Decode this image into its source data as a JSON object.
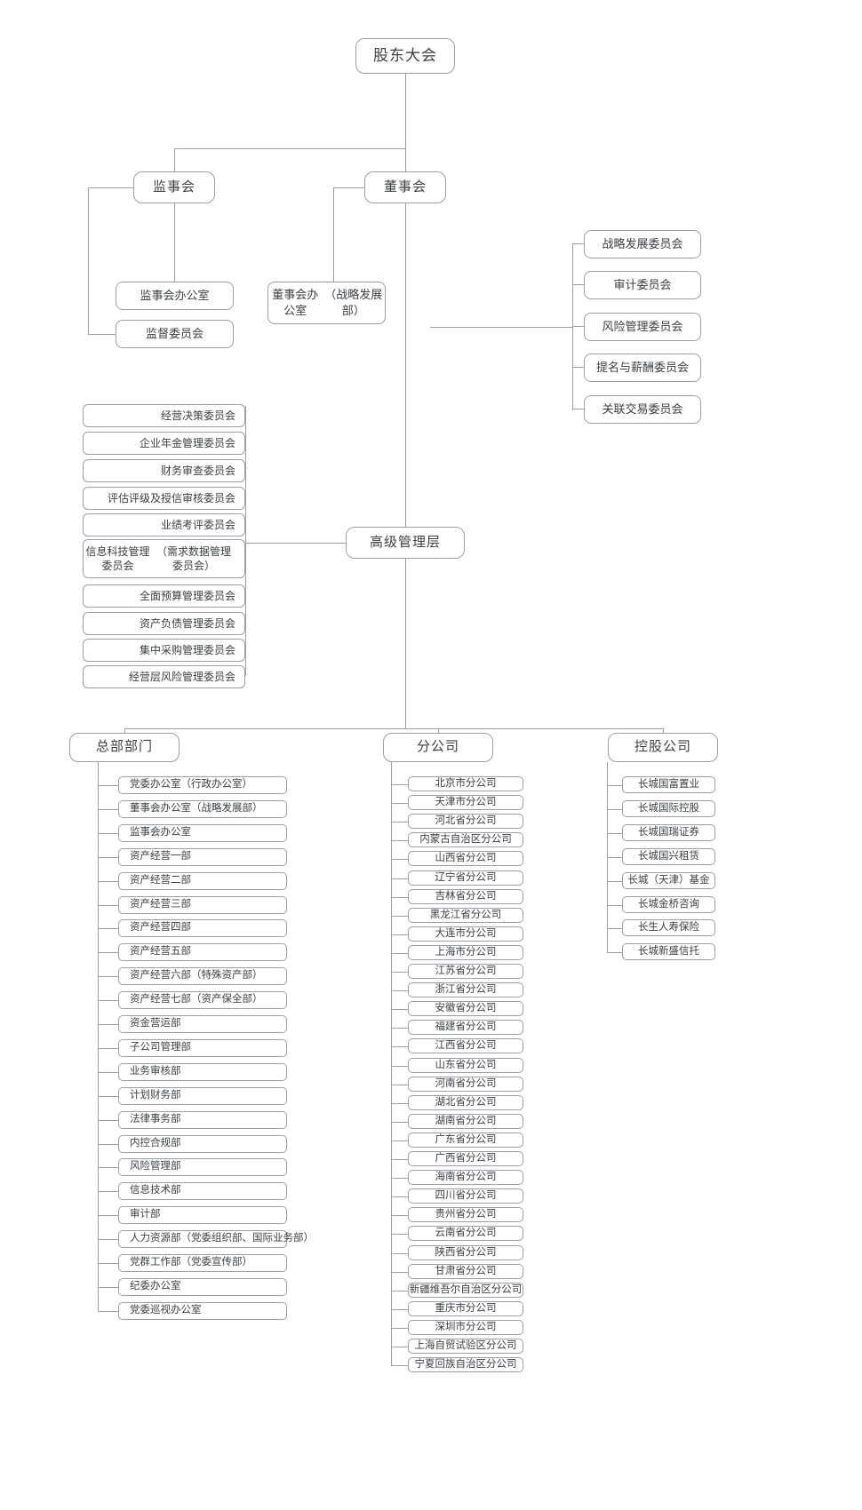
{
  "meta": {
    "title": "公司组织架构图",
    "line_color": "#9aa0a6",
    "text_color": "#3c4043",
    "background": "#ffffff"
  },
  "top": {
    "shareholders_meeting": "股东大会",
    "board_of_supervisors": "监事会",
    "board_of_directors": "董事会"
  },
  "supervisor_units": [
    "监事会办公室",
    "监督委员会"
  ],
  "director_units": [
    "董事会办公室\n（战略发展部）"
  ],
  "board_committees": [
    "战略发展委员会",
    "审计委员会",
    "风险管理委员会",
    "提名与薪酬委员会",
    "关联交易委员会"
  ],
  "senior_management": {
    "label": "高级管理层"
  },
  "management_committees": [
    "经营决策委员会",
    "企业年金管理委员会",
    "财务审查委员会",
    "评估评级及授信审核委员会",
    "业绩考评委员会",
    "信息科技管理委员会\n（需求数据管理委员会）",
    "全面预算管理委员会",
    "资产负债管理委员会",
    "集中采购管理委员会",
    "经营层风险管理委员会"
  ],
  "columns": {
    "headquarters": {
      "title": "总部部门",
      "items": [
        "党委办公室（行政办公室）",
        "董事会办公室（战略发展部）",
        "监事会办公室",
        "资产经营一部",
        "资产经营二部",
        "资产经营三部",
        "资产经营四部",
        "资产经营五部",
        "资产经营六部（特殊资产部）",
        "资产经营七部（资产保全部）",
        "资金营运部",
        "子公司管理部",
        "业务审核部",
        "计划财务部",
        "法律事务部",
        "内控合规部",
        "风险管理部",
        "信息技术部",
        "审计部",
        "人力资源部（党委组织部、国际业务部）",
        "党群工作部（党委宣传部）",
        "纪委办公室",
        "党委巡视办公室"
      ]
    },
    "branches": {
      "title": "分公司",
      "items": [
        "北京市分公司",
        "天津市分公司",
        "河北省分公司",
        "内蒙古自治区分公司",
        "山西省分公司",
        "辽宁省分公司",
        "吉林省分公司",
        "黑龙江省分公司",
        "大连市分公司",
        "上海市分公司",
        "江苏省分公司",
        "浙江省分公司",
        "安徽省分公司",
        "福建省分公司",
        "江西省分公司",
        "山东省分公司",
        "河南省分公司",
        "湖北省分公司",
        "湖南省分公司",
        "广东省分公司",
        "广西省分公司",
        "海南省分公司",
        "四川省分公司",
        "贵州省分公司",
        "云南省分公司",
        "陕西省分公司",
        "甘肃省分公司",
        "新疆维吾尔自治区分公司",
        "重庆市分公司",
        "深圳市分公司",
        "上海自贸试验区分公司",
        "宁夏回族自治区分公司"
      ]
    },
    "holdings": {
      "title": "控股公司",
      "items": [
        "长城国富置业",
        "长城国际控股",
        "长城国瑞证券",
        "长城国兴租赁",
        "长城（天津）基金",
        "长城金桥咨询",
        "长生人寿保险",
        "长城新盛信托"
      ]
    }
  }
}
